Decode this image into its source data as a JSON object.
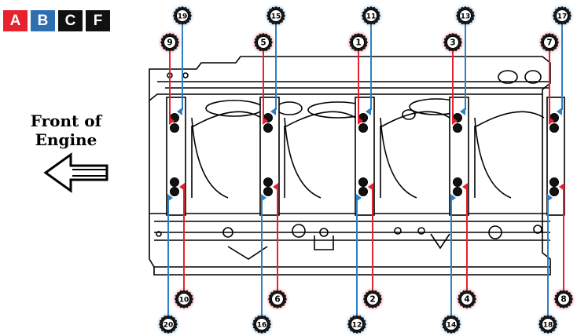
{
  "tabs": [
    {
      "label": "A",
      "color": "#e8212d"
    },
    {
      "label": "B",
      "color": "#2e6fb0"
    },
    {
      "label": "C",
      "color": "#111111"
    },
    {
      "label": "F",
      "color": "#111111"
    }
  ],
  "front_label": {
    "line1": "Front of",
    "line2": "Engine"
  },
  "colors": {
    "red": "#e8212d",
    "blue": "#2e7fc4",
    "red_glow": "#f39aa0",
    "blue_glow": "#9cc8ec",
    "line": "#000000"
  },
  "bolts": {
    "top_red": [
      "9",
      "5",
      "1",
      "3",
      "7"
    ],
    "top_blue": [
      "19",
      "15",
      "11",
      "13",
      "17"
    ],
    "bottom_red": [
      "10",
      "6",
      "2",
      "4",
      "8"
    ],
    "bottom_blue": [
      "20",
      "16",
      "12",
      "14",
      "18"
    ]
  }
}
